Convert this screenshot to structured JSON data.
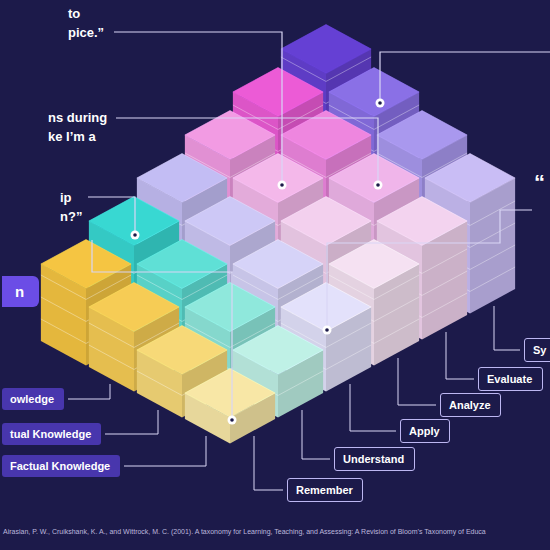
{
  "diagram": {
    "nodes": [
      {
        "text": [
          "n"
        ]
      },
      {
        "text": [
          "Sy"
        ]
      },
      {
        "text": [
          "Evaluate"
        ]
      },
      {
        "text": [
          "owledge"
        ]
      },
      {
        "text": [
          "Analyze"
        ]
      },
      {
        "text": [
          "Apply"
        ]
      },
      {
        "text": [
          "tual Knowledge"
        ]
      },
      {
        "text": [
          "Understand"
        ]
      },
      {
        "text": [
          "Factual Knowledge"
        ]
      },
      {
        "text": [
          "Remember"
        ]
      }
    ],
    "labels": [
      "to pice.”",
      "ns during ke I’m a",
      "ip n?”",
      "“",
      "Airasian, P. W., Cruikshank, K. A., and Wittrock, M. C. (2001). A taxonomy for Learning, Teaching, and Assessing: A Revision of Bloom’s Taxonomy of Educa"
    ]
  }
}
